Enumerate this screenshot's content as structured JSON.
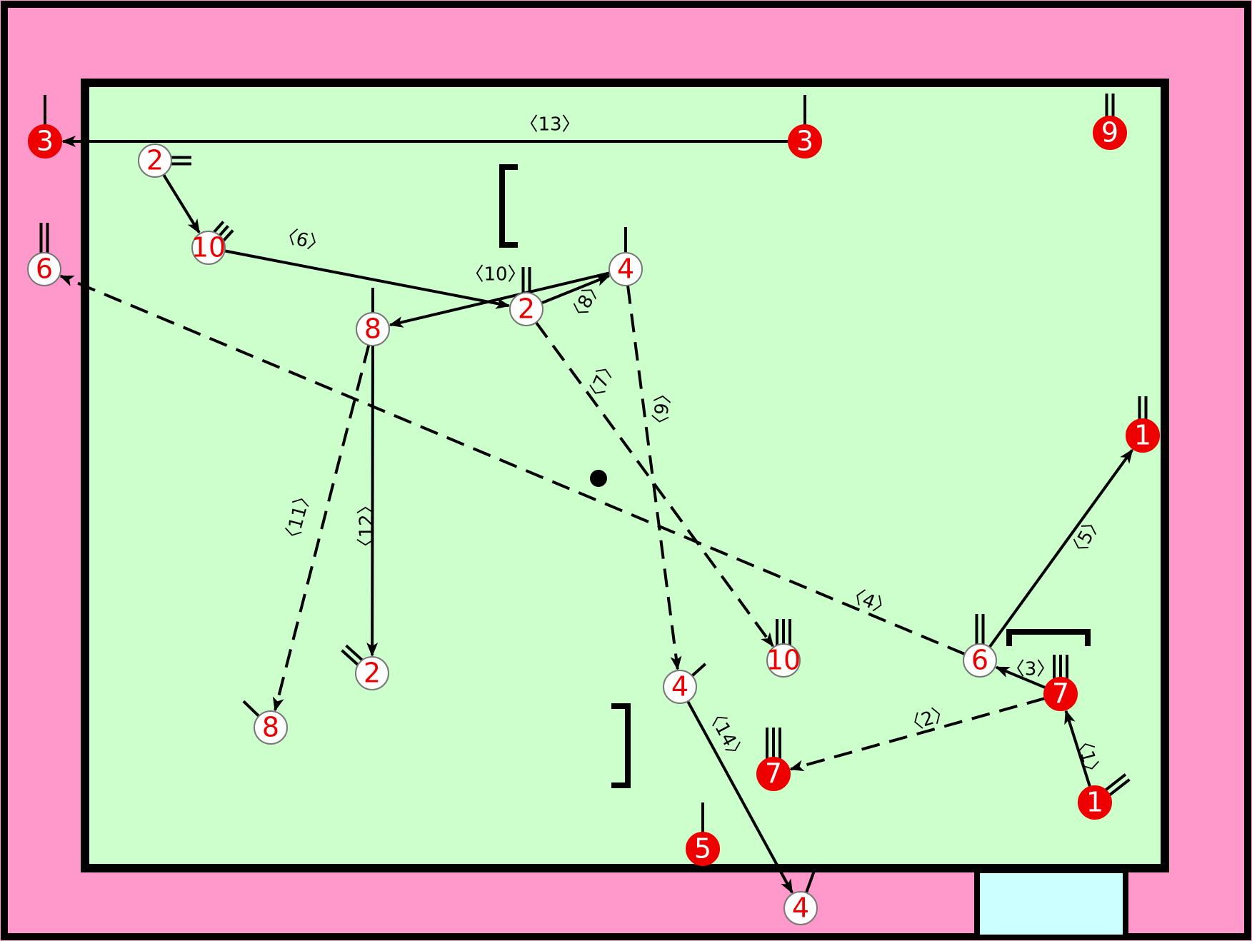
{
  "colors": {
    "outer": "#ff99cc",
    "court": "#ccffcc",
    "door": "#ccffff",
    "team_red": "#ee0000",
    "team_white": "#ffffff",
    "border": "#000000"
  },
  "players": [
    {
      "id": "p-red-3-left",
      "team": "red",
      "label": "3"
    },
    {
      "id": "p-red-3-top",
      "team": "red",
      "label": "3"
    },
    {
      "id": "p-red-9",
      "team": "red",
      "label": "9"
    },
    {
      "id": "p-red-1-right",
      "team": "red",
      "label": "1"
    },
    {
      "id": "p-red-7-right",
      "team": "red",
      "label": "7"
    },
    {
      "id": "p-red-1-bottom",
      "team": "red",
      "label": "1"
    },
    {
      "id": "p-red-7-center",
      "team": "red",
      "label": "7"
    },
    {
      "id": "p-red-5",
      "team": "red",
      "label": "5"
    },
    {
      "id": "p-white-2-topleft",
      "team": "white",
      "label": "2"
    },
    {
      "id": "p-white-10-topleft",
      "team": "white",
      "label": "10"
    },
    {
      "id": "p-white-6-left",
      "team": "white",
      "label": "6"
    },
    {
      "id": "p-white-8-top",
      "team": "white",
      "label": "8"
    },
    {
      "id": "p-white-2-center",
      "team": "white",
      "label": "2"
    },
    {
      "id": "p-white-4-top",
      "team": "white",
      "label": "4"
    },
    {
      "id": "p-white-2-bottom",
      "team": "white",
      "label": "2"
    },
    {
      "id": "p-white-8-bottom",
      "team": "white",
      "label": "8"
    },
    {
      "id": "p-white-10-bottom",
      "team": "white",
      "label": "10"
    },
    {
      "id": "p-white-4-mid",
      "team": "white",
      "label": "4"
    },
    {
      "id": "p-white-6-right",
      "team": "white",
      "label": "6"
    },
    {
      "id": "p-white-4-out",
      "team": "white",
      "label": "4"
    }
  ],
  "moves": [
    {
      "from": "p-red-1-bottom",
      "to": "p-red-7-right",
      "style": "solid",
      "label": "〈1〉"
    },
    {
      "from": "p-red-7-right",
      "to": "p-red-7-center",
      "style": "dashed",
      "label": "〈2〉"
    },
    {
      "from": "p-red-7-right",
      "to": "p-white-6-right",
      "style": "solid",
      "label": "〈3〉"
    },
    {
      "from": "p-white-6-right",
      "to": "p-white-6-left",
      "style": "dashed",
      "label": "〈4〉"
    },
    {
      "from": "p-white-6-right",
      "to": "p-red-1-right",
      "style": "solid",
      "label": "〈5〉"
    },
    {
      "from": "p-white-10-topleft",
      "to": "p-white-2-center",
      "style": "solid",
      "label": "〈6〉"
    },
    {
      "from": "p-white-2-center",
      "to": "p-white-10-bottom",
      "style": "dashed",
      "label": "〈7〉"
    },
    {
      "from": "p-white-2-center",
      "to": "p-white-4-top",
      "style": "solid",
      "label": "〈8〉"
    },
    {
      "from": "p-white-4-top",
      "to": "p-white-4-mid",
      "style": "dashed",
      "label": "〈9〉"
    },
    {
      "from": "p-white-4-top",
      "to": "p-white-8-top",
      "style": "solid",
      "label": "〈10〉"
    },
    {
      "from": "p-white-8-top",
      "to": "p-white-8-bottom",
      "style": "dashed",
      "label": "〈11〉"
    },
    {
      "from": "p-white-8-top",
      "to": "p-white-2-bottom",
      "style": "solid",
      "label": "〈12〉"
    },
    {
      "from": "p-red-3-top",
      "to": "p-red-3-left",
      "style": "solid",
      "label": "〈13〉"
    },
    {
      "from": "p-white-4-mid",
      "to": "p-white-4-out",
      "style": "solid",
      "label": "〈14〉"
    },
    {
      "from": "p-white-2-topleft",
      "to": "p-white-10-topleft",
      "style": "solid",
      "label": ""
    }
  ]
}
